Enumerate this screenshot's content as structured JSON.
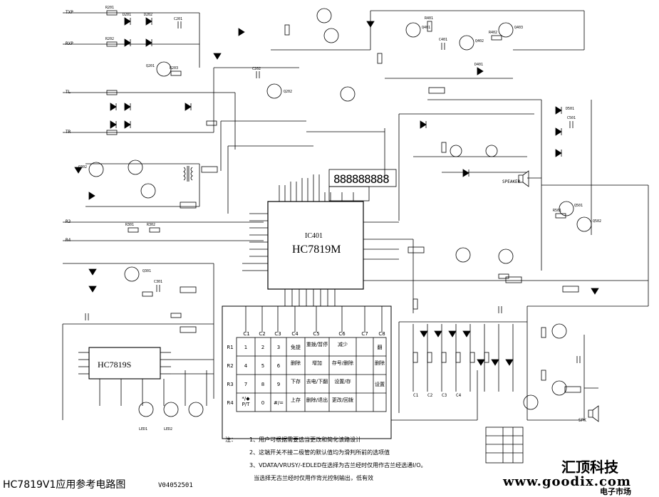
{
  "title": "HC7819V1应用参考电路图",
  "version": "V04052501",
  "brand": "汇顶科技",
  "website": "www.goodix.com",
  "watermark": "电子市场",
  "main_ic": {
    "ref": "IC401",
    "part": "HC7819M"
  },
  "sub_ic": {
    "part": "HC7819S"
  },
  "display": "888888888",
  "keypad": {
    "cols": [
      "C1",
      "C2",
      "C3",
      "C4",
      "C5",
      "C6",
      "C7",
      "C8"
    ],
    "rows": [
      {
        "label": "R1",
        "cells": [
          "1",
          "2",
          "3",
          "免提",
          "重拨/暂停",
          "减少",
          "",
          "翻"
        ]
      },
      {
        "label": "R2",
        "cells": [
          "4",
          "5",
          "6",
          "删除",
          "增加",
          "存号/删除",
          "",
          "删除"
        ]
      },
      {
        "label": "R3",
        "cells": [
          "7",
          "8",
          "9",
          "下存",
          "去电/下翻",
          "设置/存",
          "",
          "设置"
        ]
      },
      {
        "label": "R4",
        "cells": [
          "*/◆ P/T",
          "0",
          "#/=",
          "上存",
          "删除/退出",
          "更改/回拨",
          "",
          ""
        ]
      }
    ]
  },
  "notes": [
    "注：",
    "1、用户可根据需要选当更改和简化该路设计",
    "2、这端开关不接二极管的默认值均为滑判所前的选项值",
    "3、VDATA/VRUSY/-EDLED在选择为古兰经时仅用作古兰经选通I/O。",
    "当选择无古兰经时仅用作背光控制输出，低有效"
  ],
  "port_labels": [
    "SPK",
    "SPEAKER",
    "TXP",
    "RXP",
    "TL",
    "TR",
    "R3",
    "R4",
    "C1",
    "C2",
    "C3",
    "C4"
  ],
  "ref_samples": [
    "R201",
    "R202",
    "R203",
    "C201",
    "C202",
    "D201",
    "D202",
    "Q201",
    "Q202",
    "R301",
    "R302",
    "C301",
    "Q301",
    "Q302",
    "R401",
    "R402",
    "C401",
    "D401",
    "Q401",
    "Q402",
    "Q403",
    "R501",
    "C501",
    "D501",
    "Q501",
    "Q502",
    "LED1",
    "LED2"
  ]
}
